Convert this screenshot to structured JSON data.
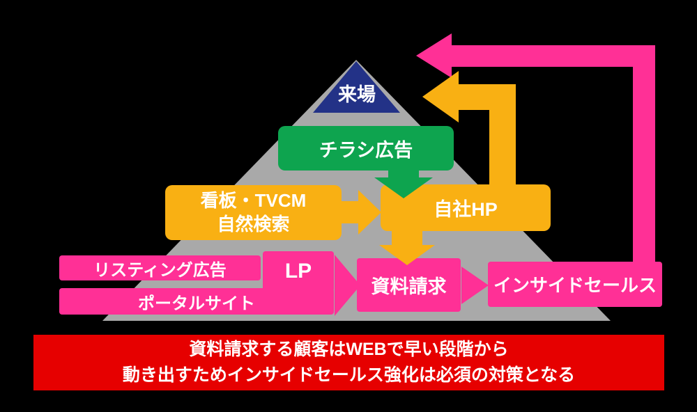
{
  "colors": {
    "background": "#000000",
    "pyramid": "#A9A9A9",
    "navy": "#233287",
    "green": "#0EA44F",
    "orange": "#F9B013",
    "pink": "#FF3096",
    "red": "#E60000",
    "text": "#FFFFFF"
  },
  "apex": {
    "label": "来場"
  },
  "boxes": {
    "flyer": {
      "label": "チラシ広告"
    },
    "signage": {
      "label": "看板・TVCM\n自然検索"
    },
    "own_hp": {
      "label": "自社HP"
    },
    "listing": {
      "label": "リスティング広告"
    },
    "lp": {
      "label": "LP"
    },
    "portal": {
      "label": "ポータルサイト"
    },
    "request": {
      "label": "資料請求"
    },
    "inside_sales": {
      "label": "インサイドセールス"
    }
  },
  "banner": {
    "line1": "資料請求する顧客はWEBで早い段階から",
    "line2": "動き出すためインサイドセールス強化は必須の対策となる"
  }
}
